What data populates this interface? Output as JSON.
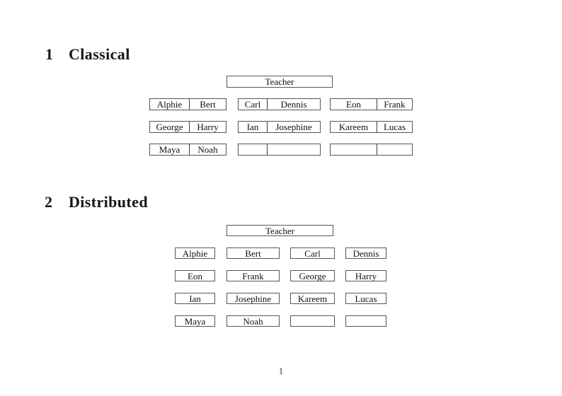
{
  "document": {
    "page_number": "1",
    "colors": {
      "background": "#ffffff",
      "box_border": "#565656",
      "text": "#111111"
    }
  },
  "classical": {
    "heading_number": "1",
    "heading_title": "Classical",
    "teacher_label": "Teacher",
    "rows": [
      [
        [
          "Alphie",
          "Bert"
        ],
        [
          "Carl",
          "Dennis"
        ],
        [
          "Eon",
          "Frank"
        ]
      ],
      [
        [
          "George",
          "Harry"
        ],
        [
          "Ian",
          "Josephine"
        ],
        [
          "Kareem",
          "Lucas"
        ]
      ],
      [
        [
          "Maya",
          "Noah"
        ],
        [
          "",
          ""
        ],
        [
          "",
          ""
        ]
      ]
    ]
  },
  "distributed": {
    "heading_number": "2",
    "heading_title": "Distributed",
    "teacher_label": "Teacher",
    "rows": [
      [
        "Alphie",
        "Bert",
        "Carl",
        "Dennis"
      ],
      [
        "Eon",
        "Frank",
        "George",
        "Harry"
      ],
      [
        "Ian",
        "Josephine",
        "Kareem",
        "Lucas"
      ],
      [
        "Maya",
        "Noah",
        "",
        ""
      ]
    ]
  }
}
